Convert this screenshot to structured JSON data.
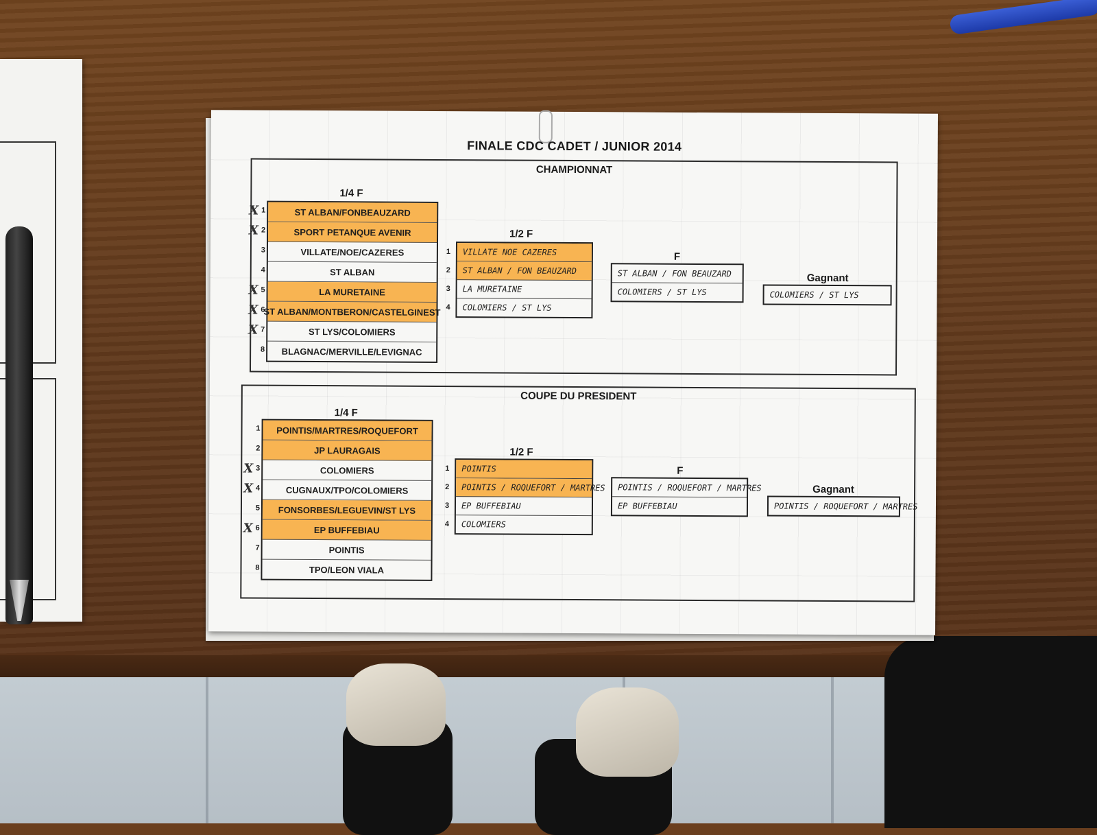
{
  "document": {
    "title": "FINALE CDC CADET / JUNIOR 2014"
  },
  "championnat": {
    "title": "CHAMPIONNAT",
    "quarter_label": "1/4 F",
    "semi_label": "1/2 F",
    "final_label": "F",
    "winner_label": "Gagnant",
    "quarter": [
      {
        "seed": "1",
        "team": "ST ALBAN/FONBEAUZARD",
        "highlight": true,
        "mark": "X"
      },
      {
        "seed": "2",
        "team": "SPORT PETANQUE AVENIR",
        "highlight": true,
        "mark": "X"
      },
      {
        "seed": "3",
        "team": "VILLATE/NOE/CAZERES",
        "highlight": false,
        "mark": ""
      },
      {
        "seed": "4",
        "team": "ST ALBAN",
        "highlight": false,
        "mark": ""
      },
      {
        "seed": "5",
        "team": "LA MURETAINE",
        "highlight": true,
        "mark": "X"
      },
      {
        "seed": "6",
        "team": "ST ALBAN/MONTBERON/CASTELGINEST",
        "highlight": true,
        "mark": "X"
      },
      {
        "seed": "7",
        "team": "ST LYS/COLOMIERS",
        "highlight": false,
        "mark": "X"
      },
      {
        "seed": "8",
        "team": "BLAGNAC/MERVILLE/LEVIGNAC",
        "highlight": false,
        "mark": ""
      }
    ],
    "semi": [
      {
        "seed": "1",
        "team": "VILLATE NOE CAZERES",
        "highlight": true
      },
      {
        "seed": "2",
        "team": "ST ALBAN / FON BEAUZARD",
        "highlight": true
      },
      {
        "seed": "3",
        "team": "LA MURETAINE",
        "highlight": false
      },
      {
        "seed": "4",
        "team": "COLOMIERS / ST LYS",
        "highlight": false
      }
    ],
    "final": [
      {
        "team": "ST ALBAN / FON BEAUZARD"
      },
      {
        "team": "COLOMIERS / ST LYS"
      }
    ],
    "winner": "COLOMIERS / ST LYS"
  },
  "coupe": {
    "title": "COUPE DU PRESIDENT",
    "quarter_label": "1/4 F",
    "semi_label": "1/2 F",
    "final_label": "F",
    "winner_label": "Gagnant",
    "quarter": [
      {
        "seed": "1",
        "team": "POINTIS/MARTRES/ROQUEFORT",
        "highlight": true,
        "mark": ""
      },
      {
        "seed": "2",
        "team": "JP LAURAGAIS",
        "highlight": true,
        "mark": ""
      },
      {
        "seed": "3",
        "team": "COLOMIERS",
        "highlight": false,
        "mark": "X"
      },
      {
        "seed": "4",
        "team": "CUGNAUX/TPO/COLOMIERS",
        "highlight": false,
        "mark": "X"
      },
      {
        "seed": "5",
        "team": "FONSORBES/LEGUEVIN/ST LYS",
        "highlight": true,
        "mark": ""
      },
      {
        "seed": "6",
        "team": "EP BUFFEBIAU",
        "highlight": true,
        "mark": "X"
      },
      {
        "seed": "7",
        "team": "POINTIS",
        "highlight": false,
        "mark": ""
      },
      {
        "seed": "8",
        "team": "TPO/LEON VIALA",
        "highlight": false,
        "mark": ""
      }
    ],
    "semi": [
      {
        "seed": "1",
        "team": "POINTIS",
        "highlight": true
      },
      {
        "seed": "2",
        "team": "POINTIS / ROQUEFORT / MARTRES",
        "highlight": true
      },
      {
        "seed": "3",
        "team": "EP BUFFEBIAU",
        "highlight": false
      },
      {
        "seed": "4",
        "team": "COLOMIERS",
        "highlight": false
      }
    ],
    "final": [
      {
        "team": "POINTIS / ROQUEFORT / MARTRES"
      },
      {
        "team": "EP BUFFEBIAU"
      }
    ],
    "winner": "POINTIS / ROQUEFORT / MARTRES"
  },
  "colors": {
    "highlight": "#f8b452",
    "paper": "#f7f7f5",
    "ink": "#1e1e1e"
  }
}
